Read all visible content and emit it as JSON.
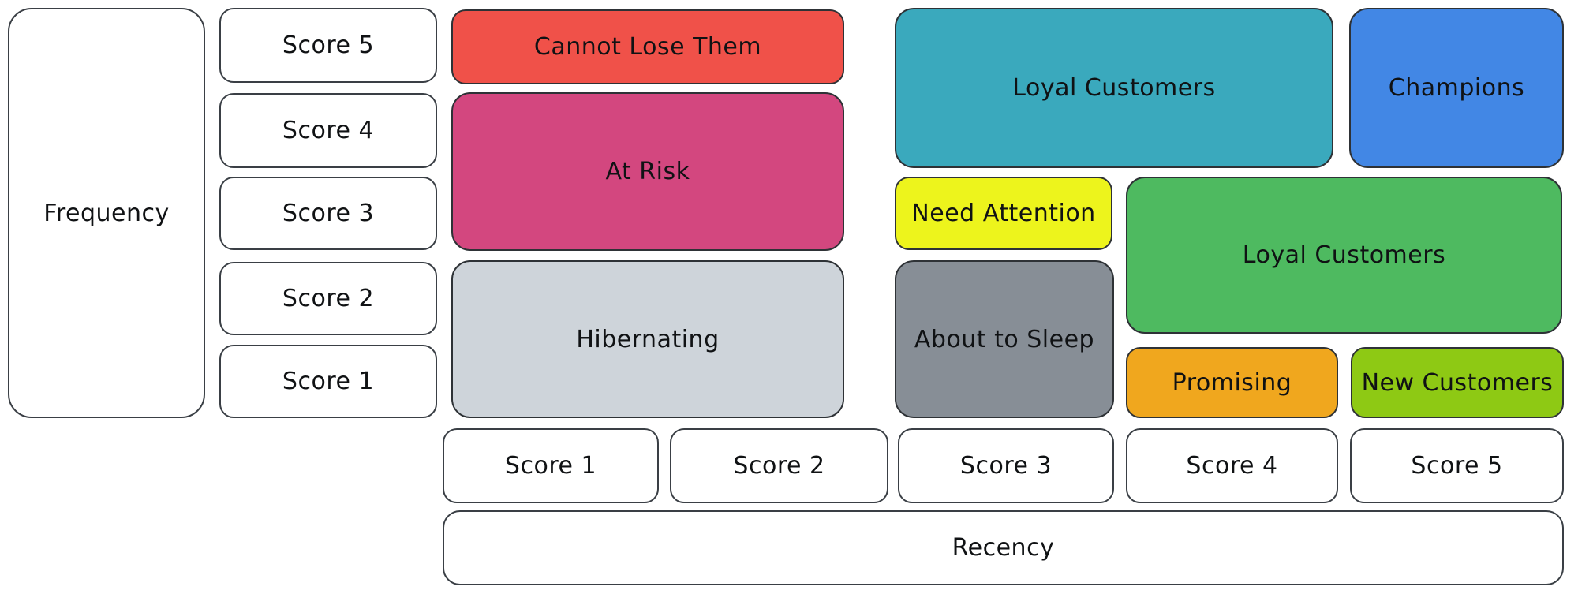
{
  "diagram": {
    "type": "rfm-segmentation-matrix"
  },
  "axes": {
    "frequency": {
      "label": "Frequency",
      "scores_top_to_bottom": [
        "Score 5",
        "Score 4",
        "Score 3",
        "Score 2",
        "Score 1"
      ]
    },
    "recency": {
      "label": "Recency",
      "scores_left_to_right": [
        "Score 1",
        "Score 2",
        "Score 3",
        "Score 4",
        "Score 5"
      ]
    }
  },
  "segments": [
    {
      "label": "Cannot Lose Them",
      "color": "#f05149",
      "text_color": "#101214",
      "recency_scores": "1-2",
      "frequency_scores": "5"
    },
    {
      "label": "At Risk",
      "color": "#d3477f",
      "text_color": "#101214",
      "recency_scores": "1-2",
      "frequency_scores": "3-4"
    },
    {
      "label": "Hibernating",
      "color": "#ced4da",
      "text_color": "#101214",
      "recency_scores": "1-2",
      "frequency_scores": "1-2"
    },
    {
      "label": "Loyal Customers",
      "color": "#3aa9bd",
      "text_color": "#101214",
      "recency_scores": "3-4",
      "frequency_scores": "4-5"
    },
    {
      "label": "Champions",
      "color": "#4287e5",
      "text_color": "#101214",
      "recency_scores": "5",
      "frequency_scores": "4-5"
    },
    {
      "label": "Need Attention",
      "color": "#edf41c",
      "text_color": "#101214",
      "recency_scores": "3",
      "frequency_scores": "3"
    },
    {
      "label": "About to Sleep",
      "color": "#878e96",
      "text_color": "#101214",
      "recency_scores": "3",
      "frequency_scores": "1-2"
    },
    {
      "label": "Loyal Customers",
      "color": "#4eba60",
      "text_color": "#101214",
      "recency_scores": "4-5",
      "frequency_scores": "2-3"
    },
    {
      "label": "Promising",
      "color": "#f0a71e",
      "text_color": "#101214",
      "recency_scores": "4",
      "frequency_scores": "1"
    },
    {
      "label": "New Customers",
      "color": "#8ec914",
      "text_color": "#101214",
      "recency_scores": "5",
      "frequency_scores": "1"
    }
  ]
}
